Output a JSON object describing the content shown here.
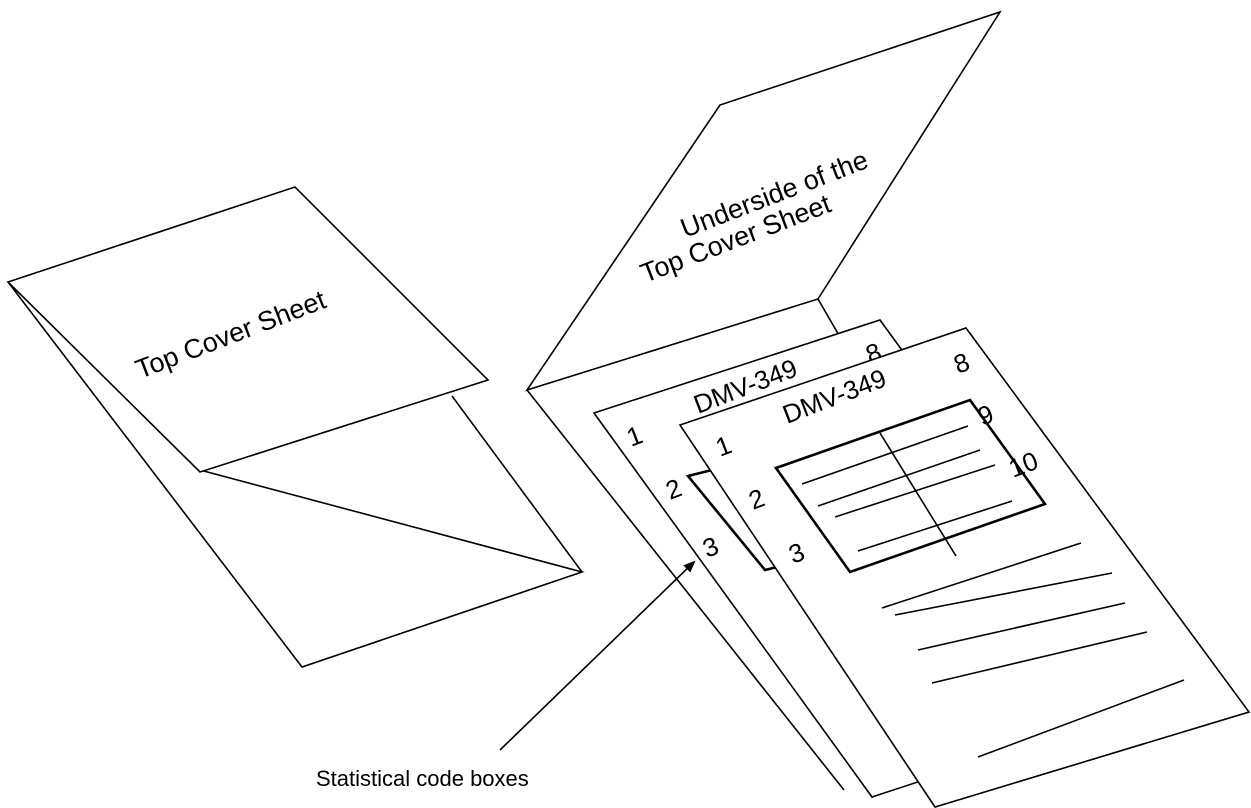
{
  "left_form": {
    "cover_label": "Top Cover Sheet"
  },
  "right_form": {
    "underside_line1": "Underside of the",
    "underside_line2": "Top Cover Sheet",
    "back_sheet": {
      "form_number": "DMV-349",
      "corner_number": "8",
      "box_numbers": [
        "1",
        "2",
        "3"
      ]
    },
    "front_sheet": {
      "form_number": "DMV-349",
      "box_numbers_left": [
        "1",
        "2",
        "3"
      ],
      "box_numbers_right": [
        "8",
        "9",
        "10"
      ]
    }
  },
  "callout": {
    "label": "Statistical code boxes"
  }
}
